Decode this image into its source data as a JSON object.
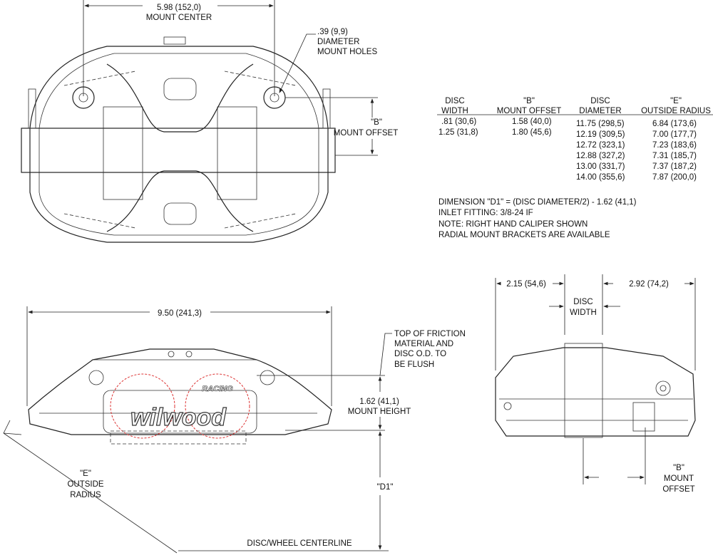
{
  "top_view": {
    "mount_center": {
      "value": "5.98 (152,0)",
      "label": "MOUNT CENTER"
    },
    "mount_holes": {
      "value": ".39 (9,9)",
      "line1": "DIAMETER",
      "line2": "MOUNT HOLES"
    },
    "mount_offset": {
      "value": "\"B\"",
      "label": "MOUNT OFFSET"
    }
  },
  "table": {
    "headers": [
      {
        "line1": "DISC",
        "line2": "WIDTH"
      },
      {
        "line1": "\"B\"",
        "line2": "MOUNT OFFSET"
      },
      {
        "line1": "DISC",
        "line2": "DIAMETER"
      },
      {
        "line1": "\"E\"",
        "line2": "OUTSIDE RADIUS"
      }
    ],
    "disc_width": [
      ".81  (30,6)",
      "1.25  (31,8)"
    ],
    "mount_offset": [
      "1.58  (40,0)",
      "1.80  (45,6)"
    ],
    "disc_diameter": [
      "11.75  (298,5)",
      "12.19  (309,5)",
      "12.72  (323,1)",
      "12.88  (327,2)",
      "13.00  (331,7)",
      "14.00  (355,6)"
    ],
    "outside_radius": [
      "6.84  (173,6)",
      "7.00  (177,7)",
      "7.23  (183,6)",
      "7.31  (185,7)",
      "7.37  (187,2)",
      "7.87  (200,0)"
    ]
  },
  "notes": [
    "DIMENSION \"D1\" = (DISC DIAMETER/2) - 1.62 (41,1)",
    "INLET FITTING: 3/8-24 IF",
    "NOTE: RIGHT HAND CALIPER SHOWN",
    "RADIAL MOUNT BRACKETS ARE AVAILABLE"
  ],
  "front_view": {
    "length": "9.50 (241,3)",
    "friction_note": [
      "TOP OF FRICTION",
      "MATERIAL AND",
      "DISC O.D. TO",
      "BE FLUSH"
    ],
    "mount_height": {
      "value": "1.62 (41,1)",
      "label": "MOUNT HEIGHT"
    },
    "d1": "\"D1\"",
    "outside_radius": [
      "\"E\"",
      "OUTSIDE",
      "RADIUS"
    ],
    "centerline": "DISC/WHEEL CENTERLINE",
    "logo": {
      "brand": "wilwood",
      "sub": "RACING"
    }
  },
  "side_view": {
    "left_dim": "2.15 (54,6)",
    "right_dim": "2.92 (74,2)",
    "disc_width": [
      "DISC",
      "WIDTH"
    ],
    "mount_offset": [
      "\"B\"",
      "MOUNT",
      "OFFSET"
    ]
  }
}
